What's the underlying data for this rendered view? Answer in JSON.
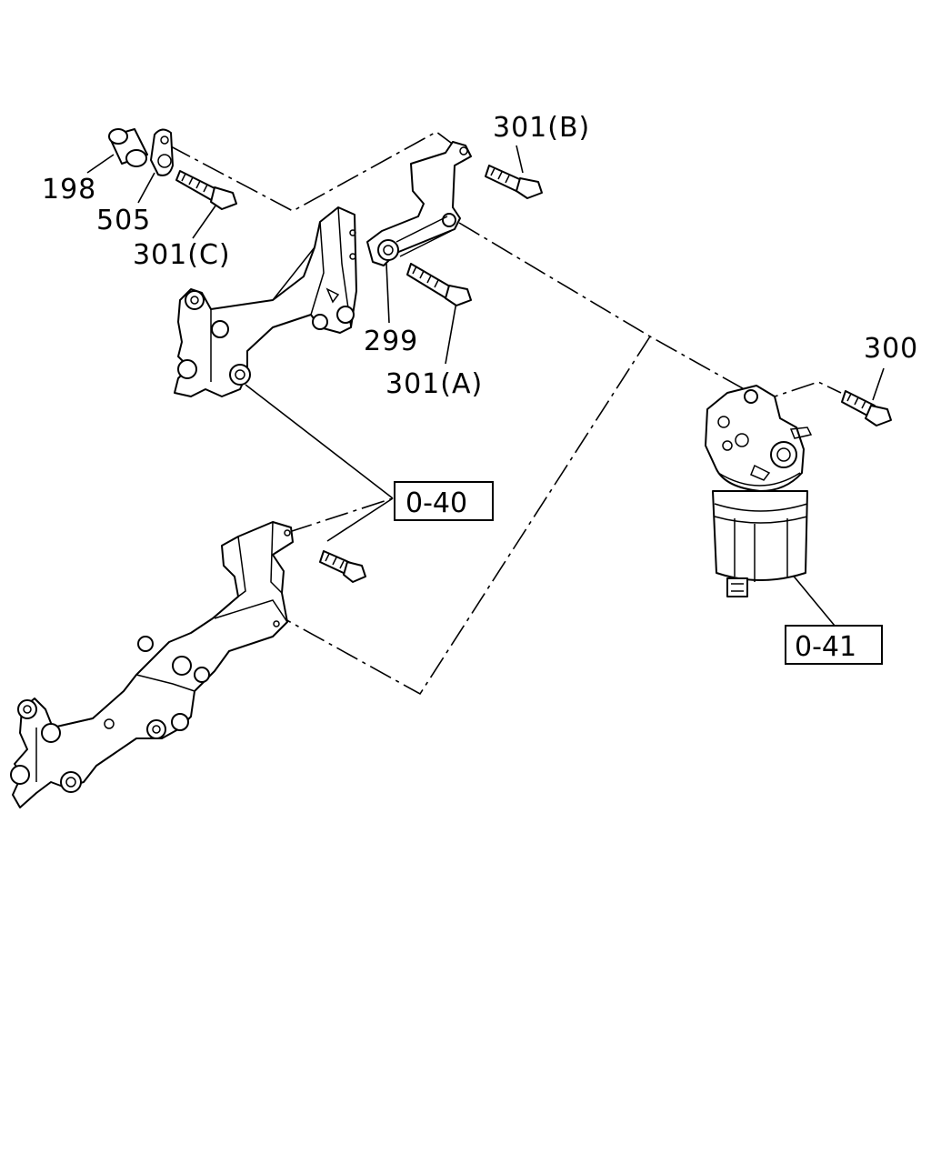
{
  "callouts": {
    "p198": "198",
    "p505": "505",
    "p301c": "301(C)",
    "p301b": "301(B)",
    "p299": "299",
    "p301a": "301(A)",
    "p300": "300"
  },
  "references": {
    "r040": "0-40",
    "r041": "0-41"
  }
}
